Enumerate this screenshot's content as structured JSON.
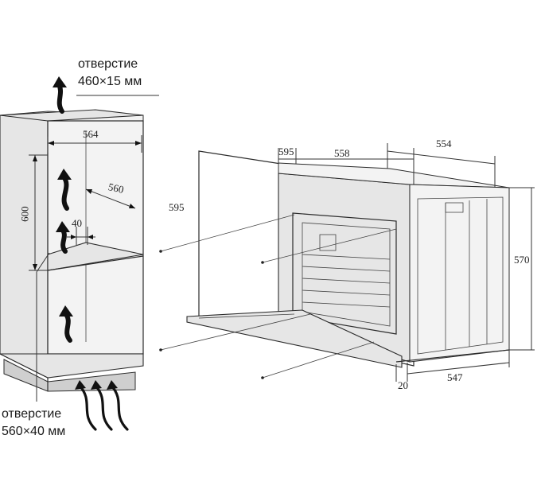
{
  "labels": {
    "top_opening_title": "отверстие",
    "top_opening_size": "460×15 мм",
    "bottom_opening_title": "отверстие",
    "bottom_opening_size": "560×40 мм"
  },
  "dimensions": {
    "cabinet_width": "564",
    "cabinet_depth": "560",
    "niche_height": "600",
    "vent_gap": "40",
    "oven_height_left": "595",
    "front_width": "595",
    "top_depth": "558",
    "body_depth": "554",
    "body_height": "570",
    "door_thickness": "20",
    "bottom_depth": "547"
  },
  "colors": {
    "stroke": "#2b2b2b",
    "panel_fill": "#e6e6e6",
    "arrow": "#111111"
  }
}
